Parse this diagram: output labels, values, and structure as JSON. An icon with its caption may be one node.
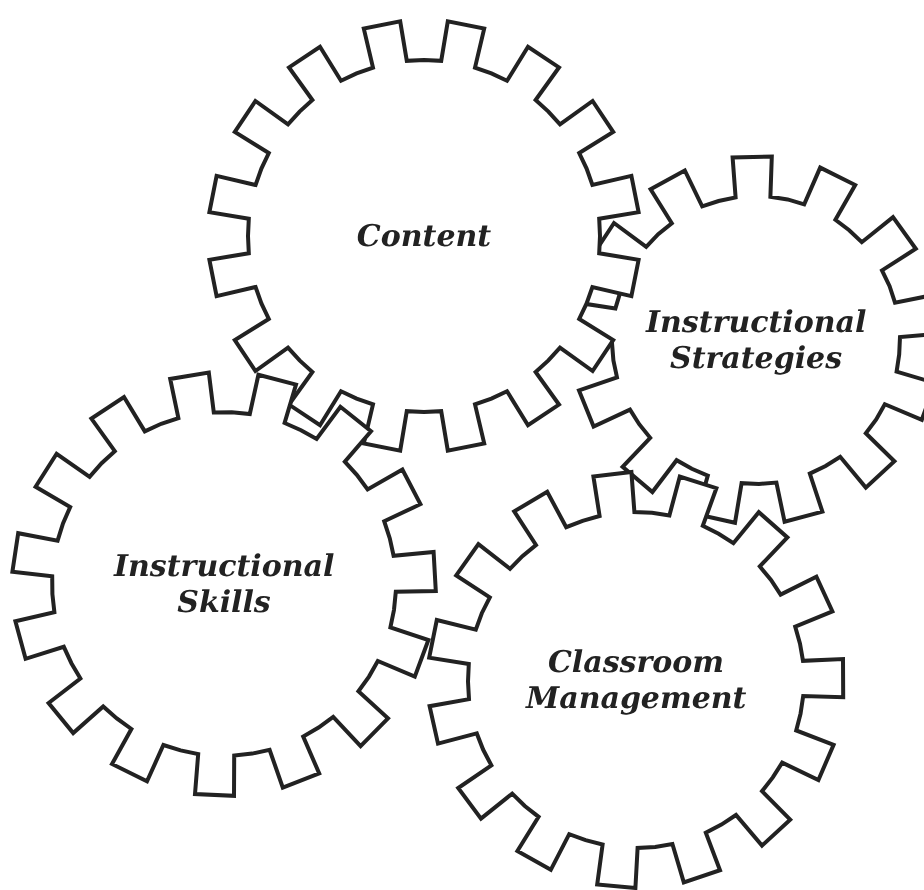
{
  "diagram": {
    "nodes": [
      {
        "text": [
          "Content"
        ]
      },
      {
        "text": [
          "Instructional Strategies"
        ]
      },
      {
        "text": [
          "Instructional Skills"
        ]
      },
      {
        "text": [
          "Classroom Management"
        ]
      }
    ]
  }
}
